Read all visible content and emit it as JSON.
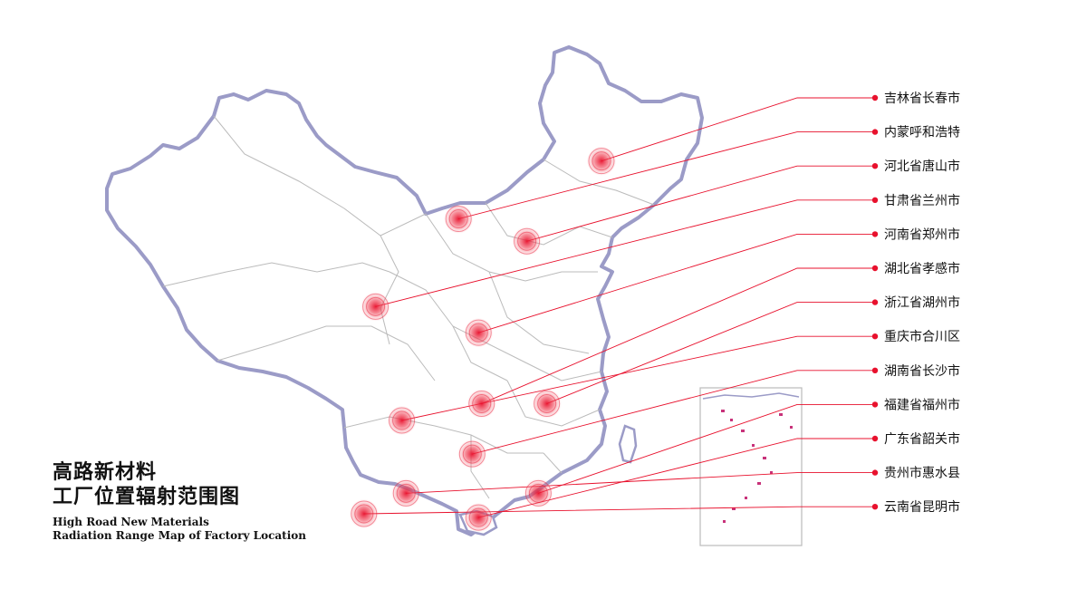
{
  "title": {
    "cn_line1": "高路新材料",
    "cn_line2": "工厂位置辐射范围图",
    "en_line1": "High Road New Materials",
    "en_line2": "Radiation Range Map of Factory Location"
  },
  "colors": {
    "accent": "#e8112d",
    "border": "#9b9bc7",
    "land": "#ffffff",
    "province_line": "#bbbbbb",
    "label_text": "#111111"
  },
  "factories": [
    {
      "name": "吉林省长春市",
      "lon": 125.3,
      "lat": 43.9
    },
    {
      "name": "内蒙呼和浩特",
      "lon": 111.7,
      "lat": 40.8
    },
    {
      "name": "河北省唐山市",
      "lon": 118.2,
      "lat": 39.6
    },
    {
      "name": "甘肃省兰州市",
      "lon": 103.8,
      "lat": 36.1
    },
    {
      "name": "河南省郑州市",
      "lon": 113.6,
      "lat": 34.7
    },
    {
      "name": "湖北省孝感市",
      "lon": 113.9,
      "lat": 30.9
    },
    {
      "name": "浙江省湖州市",
      "lon": 120.1,
      "lat": 30.9
    },
    {
      "name": "重庆市合川区",
      "lon": 106.3,
      "lat": 30.0
    },
    {
      "name": "湖南省长沙市",
      "lon": 113.0,
      "lat": 28.2
    },
    {
      "name": "福建省福州市",
      "lon": 119.3,
      "lat": 26.1
    },
    {
      "name": "广东省韶关市",
      "lon": 113.6,
      "lat": 24.8
    },
    {
      "name": "贵州市惠水县",
      "lon": 106.7,
      "lat": 26.1
    },
    {
      "name": "云南省昆明市",
      "lon": 102.7,
      "lat": 25.0
    }
  ]
}
